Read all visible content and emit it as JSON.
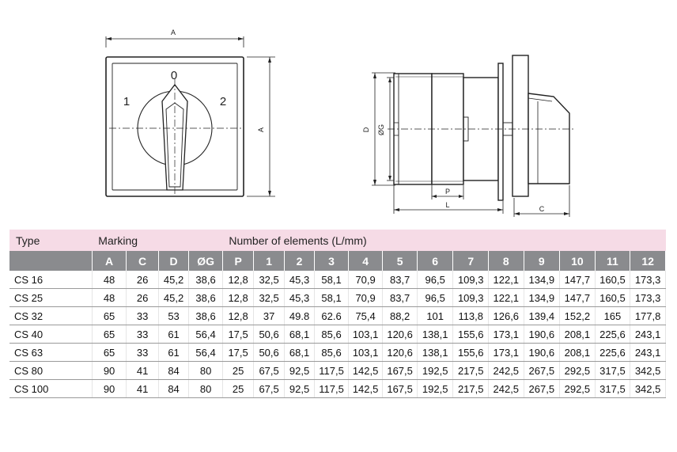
{
  "drawing": {
    "front_dim_top": "A",
    "front_dim_right": "A",
    "positions": {
      "left": "1",
      "top": "0",
      "right": "2"
    },
    "side_dim_d": "D",
    "side_dim_g": "ØG",
    "side_dim_p": "P",
    "side_dim_l": "L",
    "side_dim_c": "C"
  },
  "table": {
    "type_header": "Type",
    "marking_header": "Marking",
    "elements_header": "Number of elements (L/mm)",
    "columns": [
      "A",
      "C",
      "D",
      "ØG",
      "P",
      "1",
      "2",
      "3",
      "4",
      "5",
      "6",
      "7",
      "8",
      "9",
      "10",
      "11",
      "12"
    ],
    "rows": [
      {
        "type": "CS 16",
        "values": [
          "48",
          "26",
          "45,2",
          "38,6",
          "12,8",
          "32,5",
          "45,3",
          "58,1",
          "70,9",
          "83,7",
          "96,5",
          "109,3",
          "122,1",
          "134,9",
          "147,7",
          "160,5",
          "173,3"
        ]
      },
      {
        "type": "CS 25",
        "values": [
          "48",
          "26",
          "45,2",
          "38,6",
          "12,8",
          "32,5",
          "45,3",
          "58,1",
          "70,9",
          "83,7",
          "96,5",
          "109,3",
          "122,1",
          "134,9",
          "147,7",
          "160,5",
          "173,3"
        ]
      },
      {
        "type": "CS 32",
        "values": [
          "65",
          "33",
          "53",
          "38,6",
          "12,8",
          "37",
          "49.8",
          "62.6",
          "75,4",
          "88,2",
          "101",
          "113,8",
          "126,6",
          "139,4",
          "152,2",
          "165",
          "177,8"
        ]
      },
      {
        "type": "CS 40",
        "values": [
          "65",
          "33",
          "61",
          "56,4",
          "17,5",
          "50,6",
          "68,1",
          "85,6",
          "103,1",
          "120,6",
          "138,1",
          "155,6",
          "173,1",
          "190,6",
          "208,1",
          "225,6",
          "243,1"
        ]
      },
      {
        "type": "CS 63",
        "values": [
          "65",
          "33",
          "61",
          "56,4",
          "17,5",
          "50,6",
          "68,1",
          "85,6",
          "103,1",
          "120,6",
          "138,1",
          "155,6",
          "173,1",
          "190,6",
          "208,1",
          "225,6",
          "243,1"
        ]
      },
      {
        "type": "CS 80",
        "values": [
          "90",
          "41",
          "84",
          "80",
          "25",
          "67,5",
          "92,5",
          "117,5",
          "142,5",
          "167,5",
          "192,5",
          "217,5",
          "242,5",
          "267,5",
          "292,5",
          "317,5",
          "342,5"
        ]
      },
      {
        "type": "CS 100",
        "values": [
          "90",
          "41",
          "84",
          "80",
          "25",
          "67,5",
          "92,5",
          "117,5",
          "142,5",
          "167,5",
          "192,5",
          "217,5",
          "242,5",
          "267,5",
          "292,5",
          "317,5",
          "342,5"
        ]
      }
    ]
  }
}
